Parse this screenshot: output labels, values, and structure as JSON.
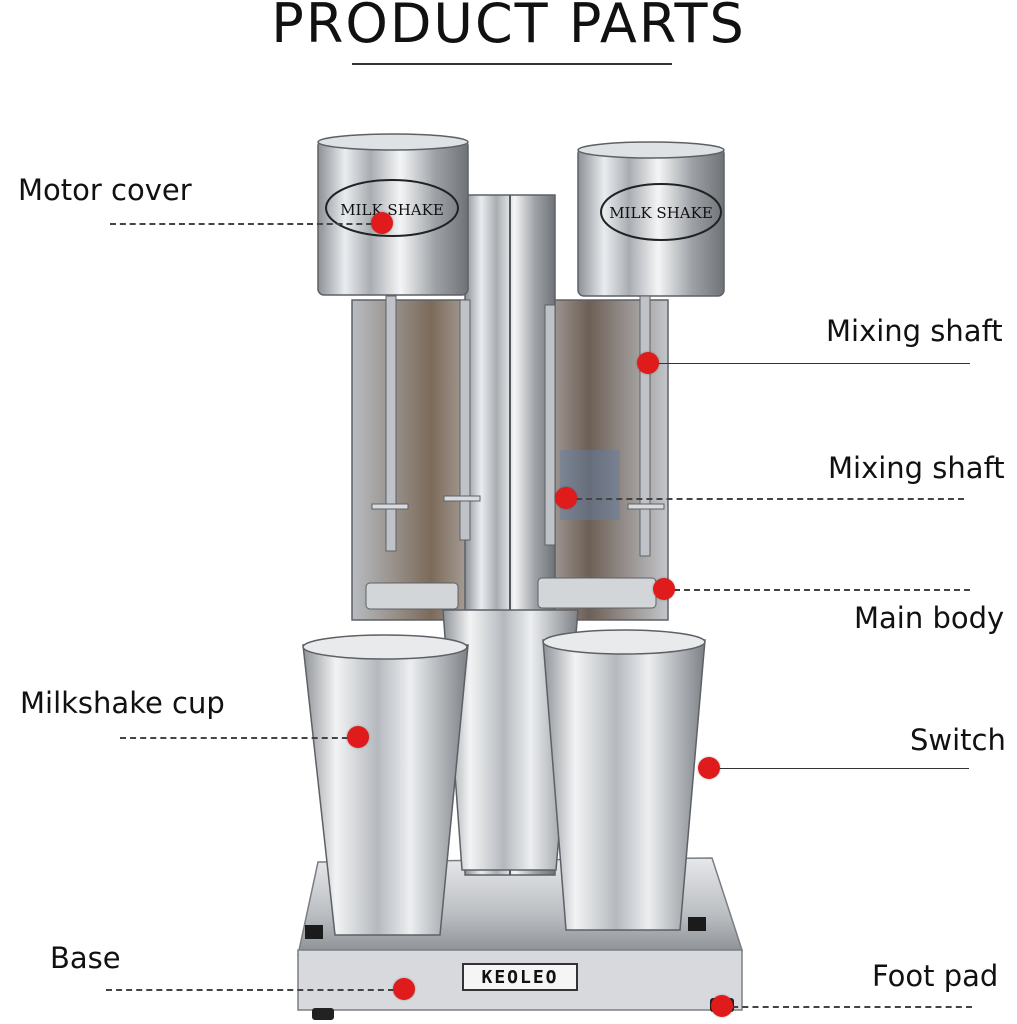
{
  "title": "PRODUCT PARTS",
  "machine": {
    "left_label": "MILK SHAKE",
    "right_label": "MILK SHAKE",
    "brand_plate": "KEOLEO"
  },
  "parts": [
    {
      "id": "motor-cover",
      "label": "Motor cover"
    },
    {
      "id": "mixing-shaft-1",
      "label": "Mixing shaft"
    },
    {
      "id": "mixing-shaft-2",
      "label": "Mixing shaft"
    },
    {
      "id": "main-body",
      "label": "Main body"
    },
    {
      "id": "milkshake-cup",
      "label": "Milkshake cup"
    },
    {
      "id": "switch",
      "label": "Switch"
    },
    {
      "id": "base",
      "label": "Base"
    },
    {
      "id": "foot-pad",
      "label": "Foot pad"
    }
  ],
  "colors": {
    "callout_dot": "#e01b1b",
    "steel": "#c9ccd0"
  }
}
